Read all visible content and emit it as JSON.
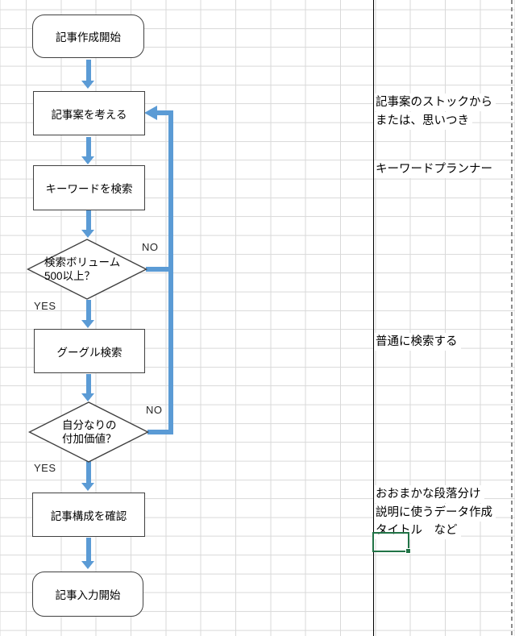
{
  "app": {
    "surface": "spreadsheet-sheet-with-flowchart"
  },
  "colors": {
    "connector_blue": "#5B9BD5",
    "shape_border": "#404040",
    "gridline": "#d9d9d9",
    "column_border": "#000000",
    "selection_green": "#217346",
    "page_break_gray": "#8c8c8c"
  },
  "flowchart": {
    "start": {
      "label": "記事作成開始"
    },
    "think": {
      "label": "記事案を考える"
    },
    "keyword": {
      "label": "キーワードを検索"
    },
    "decision_volume": {
      "line1": "検索ボリューム",
      "line2": "500以上？"
    },
    "google": {
      "label": "グーグル検索"
    },
    "decision_value": {
      "line1": "自分なりの",
      "line2": "付加価値？"
    },
    "structure": {
      "label": "記事構成を確認"
    },
    "end": {
      "label": "記事入力開始"
    },
    "labels": {
      "no1": "NO",
      "yes1": "YES",
      "no2": "NO",
      "yes2": "YES"
    }
  },
  "annotations": {
    "idea_note": {
      "line1": "記事案のストックから",
      "line2": "または、思いつき"
    },
    "keyword_note": {
      "line1": "キーワードプランナー"
    },
    "google_note": {
      "line1": "普通に検索する"
    },
    "structure_note": {
      "line1": "おおまかな段落分け",
      "line2": "説明に使うデータ作成",
      "line3": "タイトル　など"
    }
  }
}
